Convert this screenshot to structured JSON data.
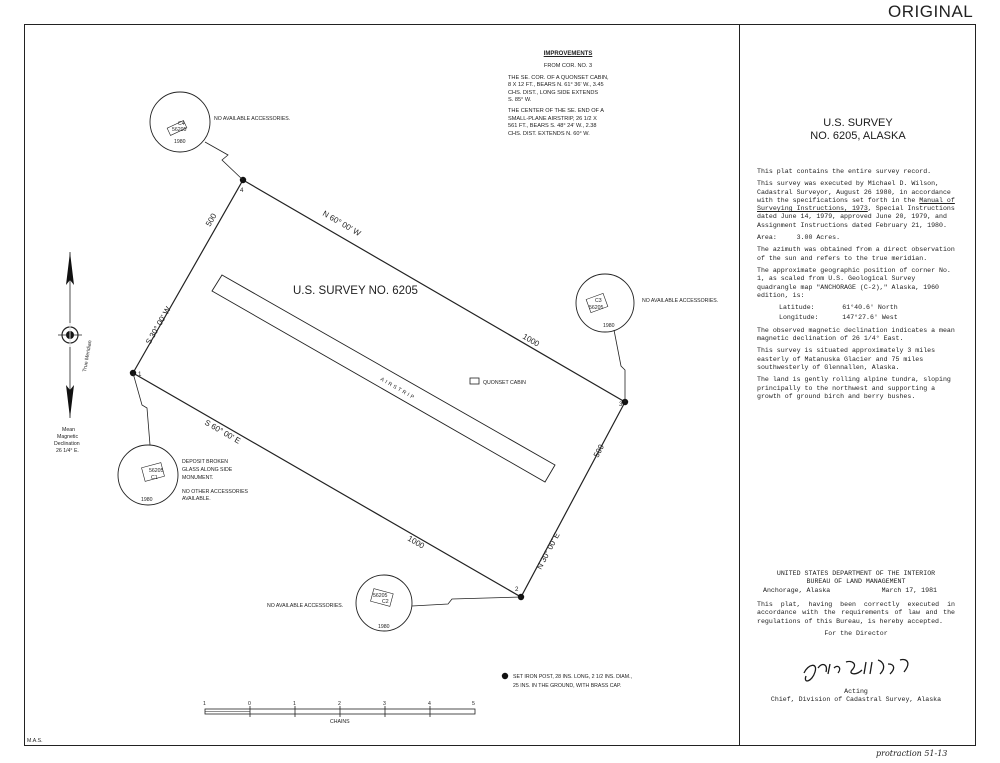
{
  "stamp": "ORIGINAL",
  "plat": {
    "title": "U.S. SURVEY NO. 6205",
    "bearings": {
      "north_side": "N 60° 00' W",
      "west_side": "S 30° 00' W",
      "south_side": "S 60° 00' E",
      "east_side": "N 30° 00' E"
    },
    "distances": {
      "north_side": "1000",
      "west_side": "500",
      "south_side": "1000",
      "east_side": "500"
    },
    "corners": [
      "1",
      "2",
      "3",
      "4"
    ],
    "airstrip_label": "AIRSTRIP",
    "cabin_label": "QUONSET CABIN"
  },
  "monuments": [
    {
      "id": "c4",
      "top": "C4",
      "number": "56205",
      "year": "1980",
      "note": "NO AVAILABLE ACCESSORIES."
    },
    {
      "id": "c3",
      "top": "C3",
      "number": "56205",
      "year": "1980",
      "note": "NO AVAILABLE ACCESSORIES."
    },
    {
      "id": "c1",
      "top": "C1",
      "number": "56205",
      "year": "1980",
      "note_lines": [
        "DEPOSIT BROKEN",
        "GLASS ALONG SIDE",
        "MONUMENT.",
        "",
        "NO OTHER ACCESSORIES",
        "AVAILABLE."
      ]
    },
    {
      "id": "c2",
      "top": "C2",
      "number": "56205",
      "year": "1980",
      "note": "NO AVAILABLE ACCESSORIES."
    }
  ],
  "improvements": {
    "heading": "IMPROVEMENTS",
    "from": "FROM COR. NO. 3",
    "para1": [
      "THE SE. COR. OF A QUONSET CABIN,",
      "8 X 12 FT., BEARS N. 61° 36' W., 3.45",
      "CHS. DIST., LONG SIDE EXTENDS",
      "S. 85° W."
    ],
    "para2": [
      "THE CENTER OF THE SE. END OF A",
      "SMALL-PLANE AIRSTRIP, 26 1/2 X",
      "561 FT., BEARS S. 48° 24' W., 2.38",
      "CHS. DIST. EXTENDS N. 60° W."
    ]
  },
  "meridian": {
    "true_label": "True Meridian",
    "mag_lines": [
      "Mean",
      "Magnetic",
      "Declination",
      "26 1/4° E."
    ]
  },
  "legend": {
    "line1": "SET IRON POST, 28 INS. LONG, 2 1/2 INS. DIAM.,",
    "line2": "25 INS. IN THE GROUND, WITH BRASS CAP."
  },
  "scale": {
    "ticks": [
      "1",
      "0",
      "1",
      "2",
      "3",
      "4",
      "5"
    ],
    "unit": "CHAINS"
  },
  "initials": "M.A.S.",
  "panel": {
    "title1": "U.S. SURVEY",
    "title2": "NO. 6205, ALASKA",
    "p1": "This plat contains the entire survey record.",
    "p2a": "This survey was executed by Michael D. Wilson, Cadastral Surveyor, August 26 1980, in accordance with the specifications set forth in the ",
    "p2u": "Manual of Surveying Instructions, 1973",
    "p2b": ", Special Instructions dated June 14, 1979, approved June 20, 1979, and Assignment Instructions dated February 21, 1980.",
    "area": "Area:     3.00 Acres.",
    "p3": "The azimuth was obtained from a direct observation of the sun and refers to the true meridian.",
    "p4": "The approximate geographic position of corner No. 1, as scaled from U.S. Geological Survey quadrangle map \"ANCHORAGE (C-2),\" Alaska, 1960 edition, is:",
    "lat": "Latitude:       61°40.6' North",
    "lon": "Longitude:      147°27.6' West",
    "p5": "The observed magnetic declination indicates a mean magnetic declination of 26 1/4° East.",
    "p6": "This survey is situated approximately 3 miles easterly of Matanuska Glacier and 75 miles southwesterly of Glennallen, Alaska.",
    "p7": "The land is gently rolling alpine tundra, sloping principally to the northwest and supporting a growth of ground birch and berry bushes.",
    "dept1": "UNITED STATES DEPARTMENT OF THE INTERIOR",
    "dept2": "BUREAU OF LAND MANAGEMENT",
    "place": "Anchorage, Alaska",
    "date": "March 17, 1981",
    "p8": "This plat, having been correctly executed in accordance with the requirements of law and the regulations of this Bureau, is hereby accepted.",
    "for_director": "For the Director",
    "acting": "Acting",
    "chief": "Chief, Division of Cadastral Survey, Alaska"
  },
  "footer_note": "protraction  51-13"
}
